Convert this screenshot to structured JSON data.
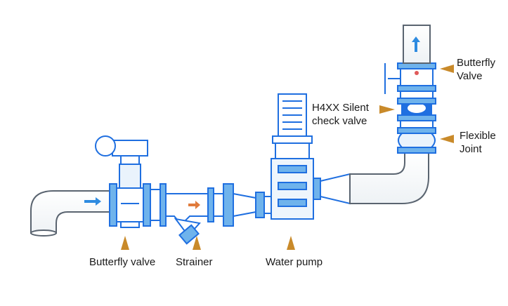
{
  "labels": {
    "butterfly_valve_inlet": "Butterfly valve",
    "strainer": "Strainer",
    "water_pump": "Water pump",
    "check_valve_line1": "H4XX  Silent",
    "check_valve_line2": "check valve",
    "butterfly_valve_outlet_line1": "Butterfly",
    "butterfly_valve_outlet_line2": "Valve",
    "flexible_joint_line1": "Flexible",
    "flexible_joint_line2": "Joint"
  },
  "colors": {
    "blue": "#1f6fe0",
    "light_blue": "#6fb3ec",
    "pipe_gray": "#5a6470",
    "arrow_orange": "#c98a2a",
    "flow_arrow": "#2e8be0",
    "strainer_arrow": "#e07b3c"
  }
}
